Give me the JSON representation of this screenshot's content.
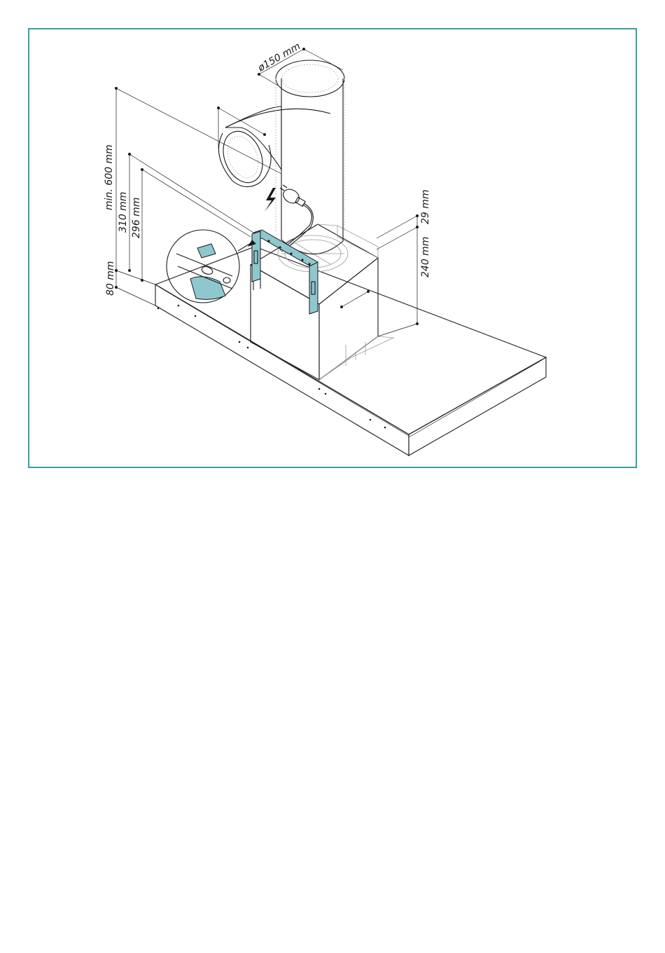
{
  "diagram": {
    "frame_color": "#3a9ea5",
    "accent_color": "#8fc7cf",
    "dimensions": {
      "duct_diameter": "ø150 mm",
      "min_height": "min. 600 mm",
      "height_310": "310 mm",
      "height_296": "296 mm",
      "height_80": "80 mm",
      "depth_29": "29 mm",
      "depth_240": "240 mm"
    },
    "icons": {
      "electric": "lightning-bolt-icon",
      "plug": "power-plug-icon"
    }
  }
}
